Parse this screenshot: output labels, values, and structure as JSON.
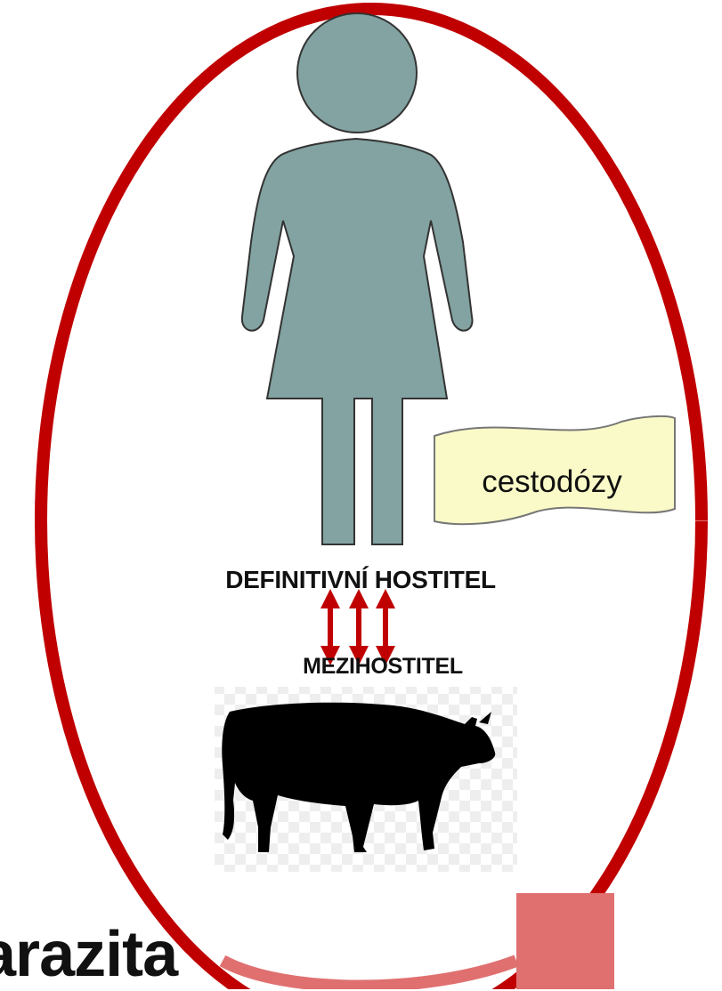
{
  "diagram": {
    "definitive_host_label": "DEFINITIVNÍ HOSTITEL",
    "intermediate_host_label": "MEZIHOSTITEL",
    "banner_text": "cestodózy",
    "title_fragment": "arazita",
    "colors": {
      "ring": "#c00000",
      "ring_faded": "#e07070",
      "human": "#82a3a1",
      "arrows": "#c00000",
      "banner": "#fafac8",
      "cow": "#000000"
    }
  }
}
